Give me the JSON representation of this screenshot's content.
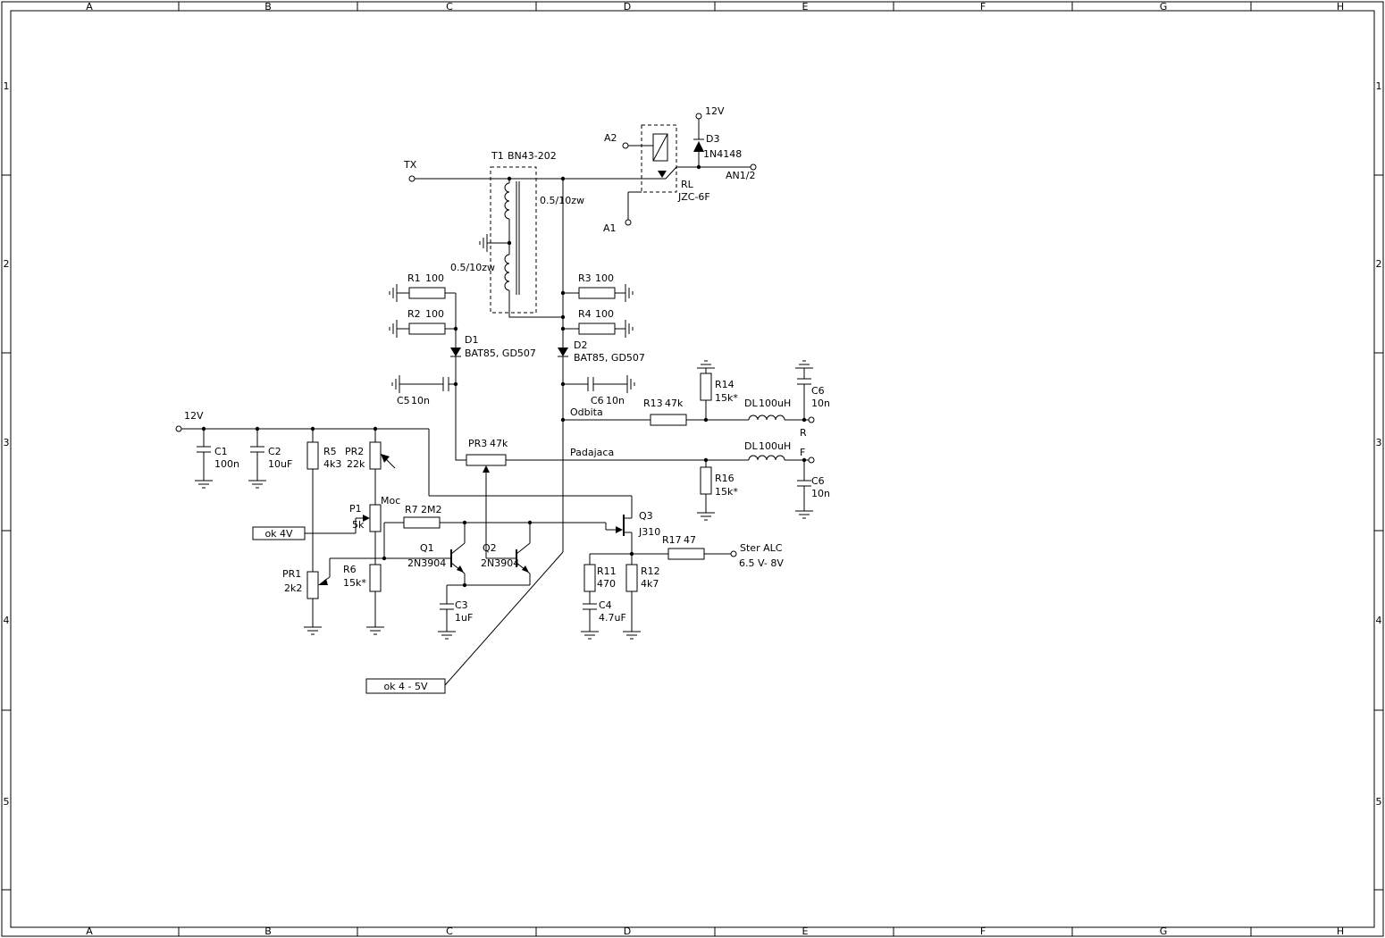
{
  "frame": {
    "cols": [
      "A",
      "B",
      "C",
      "D",
      "E",
      "F",
      "G",
      "H"
    ],
    "rows": [
      "1",
      "2",
      "3",
      "4",
      "5"
    ]
  },
  "terminals": {
    "tx": "TX",
    "v12_top": "12V",
    "v12_left": "12V",
    "an12": "AN1/2",
    "a1": "A1",
    "a2": "A2",
    "r_out": "R",
    "f_out": "F",
    "ster_alc": "Ster ALC",
    "ster_alc_range": "6.5 V- 8V"
  },
  "nets": {
    "odbita": "Odbita",
    "padajaca": "Padajaca",
    "moc": "Moc"
  },
  "callouts": {
    "ok4v": "ok 4V",
    "ok45v": "ok 4 - 5V"
  },
  "components": {
    "t1": {
      "ref": "T1",
      "part": "BN43-202",
      "winding1": "0.5/10zw",
      "winding2": "0.5/10zw"
    },
    "rl": {
      "ref": "RL",
      "part": "JZC-6F"
    },
    "d1": {
      "ref": "D1",
      "part": "BAT85, GD507"
    },
    "d2": {
      "ref": "D2",
      "part": "BAT85, GD507"
    },
    "d3": {
      "ref": "D3",
      "part": "1N4148"
    },
    "r1": {
      "ref": "R1",
      "value": "100"
    },
    "r2": {
      "ref": "R2",
      "value": "100"
    },
    "r3": {
      "ref": "R3",
      "value": "100"
    },
    "r4": {
      "ref": "R4",
      "value": "100"
    },
    "r5": {
      "ref": "R5",
      "value": "4k3"
    },
    "r6": {
      "ref": "R6",
      "value": "15k*"
    },
    "r7": {
      "ref": "R7",
      "value": "2M2"
    },
    "r11": {
      "ref": "R11",
      "value": "470"
    },
    "r12": {
      "ref": "R12",
      "value": "4k7"
    },
    "r13": {
      "ref": "R13",
      "value": "47k"
    },
    "r14": {
      "ref": "R14",
      "value": "15k*"
    },
    "r16": {
      "ref": "R16",
      "value": "15k*"
    },
    "r17": {
      "ref": "R17",
      "value": "47"
    },
    "pr1": {
      "ref": "PR1",
      "value": "2k2"
    },
    "pr2": {
      "ref": "PR2",
      "value": "22k"
    },
    "pr3": {
      "ref": "PR3",
      "value": "47k"
    },
    "p1": {
      "ref": "P1",
      "value": "5k"
    },
    "c1": {
      "ref": "C1",
      "value": "100n"
    },
    "c2": {
      "ref": "C2",
      "value": "10uF"
    },
    "c3": {
      "ref": "C3",
      "value": "1uF"
    },
    "c4": {
      "ref": "C4",
      "value": "4.7uF"
    },
    "c5": {
      "ref": "C5",
      "value": "10n"
    },
    "c6_1": {
      "ref": "C6",
      "value": "10n"
    },
    "c6_2": {
      "ref": "C6",
      "value": "10n"
    },
    "c6_3": {
      "ref": "C6",
      "value": "10n"
    },
    "dl1": {
      "ref": "DL",
      "value": "100uH"
    },
    "dl2": {
      "ref": "DL",
      "value": "100uH"
    },
    "q1": {
      "ref": "Q1",
      "part": "2N3904"
    },
    "q2": {
      "ref": "Q2",
      "part": "2N3904"
    },
    "q3": {
      "ref": "Q3",
      "part": "J310"
    }
  }
}
